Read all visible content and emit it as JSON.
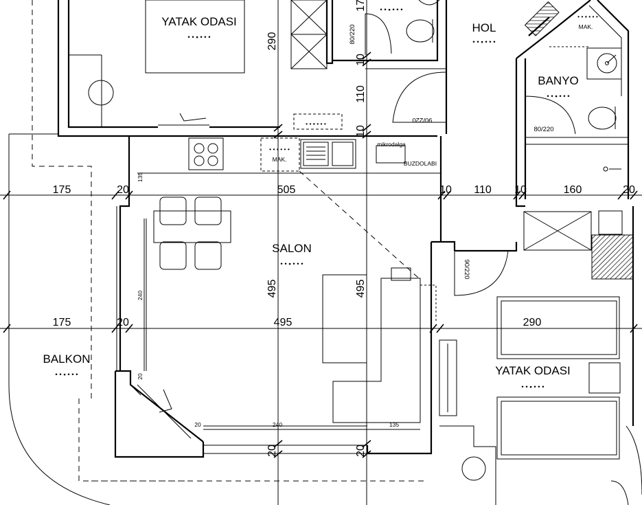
{
  "rooms": {
    "bedroom_top": "YATAK ODASI",
    "hall": "HOL",
    "bathroom": "BANYO",
    "living": "SALON",
    "bedroom_right": "YATAK ODASI",
    "balcony": "BALKON"
  },
  "room_dots": "• • ▪ • • • ",
  "labels": {
    "mak_top": "MAK.",
    "mak_kitchen": "MAK.",
    "microwave": "mikrodalga",
    "fridge": "BUZDOLABI",
    "door_80_220_a": "80/220",
    "door_90_220_hall": "90/220",
    "door_80_220_b": "80/220",
    "door_90_220_bed": "90/220"
  },
  "dims_h1": {
    "a": "175",
    "b": "20",
    "c": "505",
    "d": "10",
    "e": "110",
    "f": "10",
    "g": "160",
    "h": "20"
  },
  "dims_h2": {
    "a": "175",
    "b": "20",
    "c": "495",
    "d": "290"
  },
  "dims_v": {
    "a": "290",
    "b": "17",
    "c": "10",
    "d": "110",
    "e": "10",
    "f": "495",
    "g": "495",
    "h": "20",
    "i": "20"
  },
  "small_dims": {
    "s135a": "135",
    "s240a": "240",
    "s20a": "20",
    "s20b": "20",
    "s240b": "240",
    "s135b": "135"
  },
  "colors": {
    "line": "#000000",
    "hatch": "#000000",
    "background": "#ffffff"
  }
}
